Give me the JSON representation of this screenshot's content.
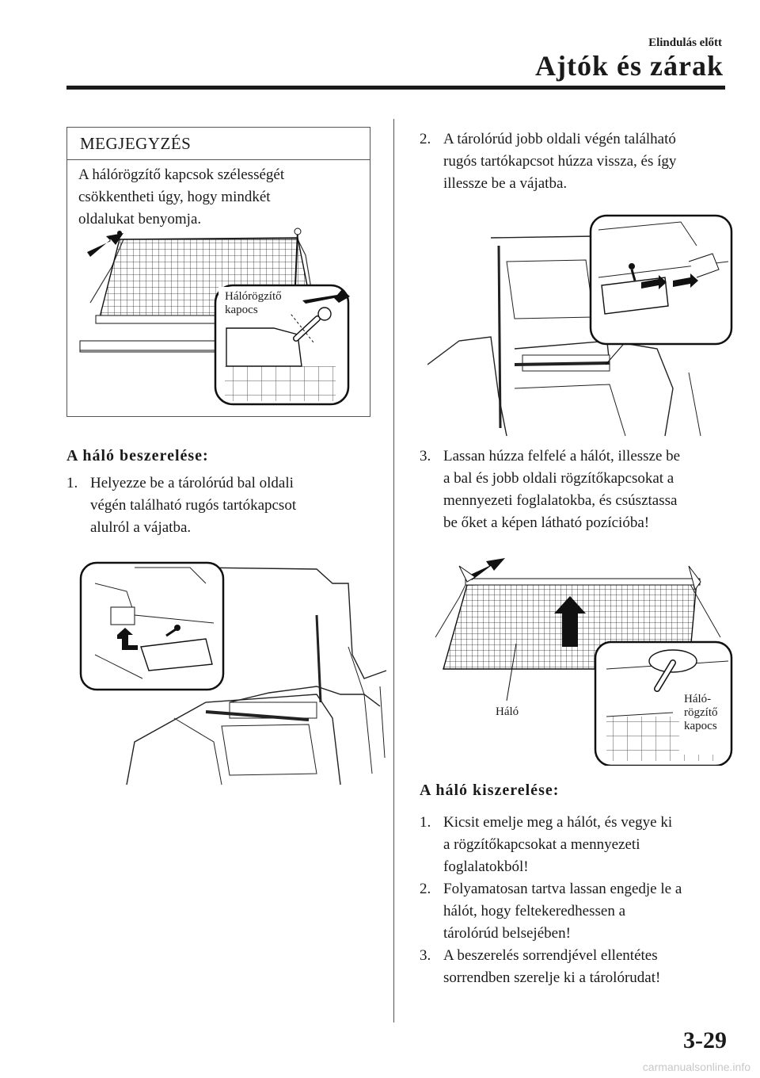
{
  "header": {
    "section": "Elindulás előtt",
    "title": "Ajtók és zárak"
  },
  "note": {
    "heading": "MEGJEGYZÉS",
    "lines": [
      "A hálórögzítő kapcsok szélességét",
      "csökkentheti úgy, hogy mindkét",
      "oldalukat benyomja."
    ],
    "callout_lines": [
      "Hálórögzítő",
      "kapocs"
    ]
  },
  "install": {
    "heading": "A háló beszerelése:",
    "step1": {
      "num": "1.",
      "lines": [
        "Helyezze be a tárolórúd bal oldali",
        "végén található rugós tartókapcsot",
        "alulról a vájatba."
      ]
    },
    "step2": {
      "num": "2.",
      "lines": [
        "A tárolórúd jobb oldali végén található",
        "rugós tartókapcsot húzza vissza, és így",
        "illessze be a vájatba."
      ]
    },
    "step3": {
      "num": "3.",
      "lines": [
        "Lassan húzza felfelé a hálót, illessze be",
        "a bal és jobb oldali rögzítőkapcsokat a",
        "mennyezeti foglalatokba, és csúsztassa",
        "be őket a képen látható pozícióba!"
      ]
    },
    "callout_net": "Háló",
    "callout_clip_lines": [
      "Háló-",
      "rögzítő",
      "kapocs"
    ]
  },
  "removal": {
    "heading": "A háló kiszerelése:",
    "step1": {
      "num": "1.",
      "lines": [
        "Kicsit emelje meg a hálót, és vegye ki",
        "a rögzítőkapcsokat a mennyezeti",
        "foglalatokból!"
      ]
    },
    "step2": {
      "num": "2.",
      "lines": [
        "Folyamatosan tartva lassan engedje le a",
        "hálót, hogy feltekeredhessen a",
        "tárolórúd belsejében!"
      ]
    },
    "step3": {
      "num": "3.",
      "lines": [
        "A beszerelés sorrendjével ellentétes",
        "sorrendben szerelje ki a tárolórudat!"
      ]
    }
  },
  "page_number": "3-29",
  "watermark": "carmanualsonline.info",
  "icons": [
    "arrow-icon",
    "up-arrow-icon"
  ]
}
